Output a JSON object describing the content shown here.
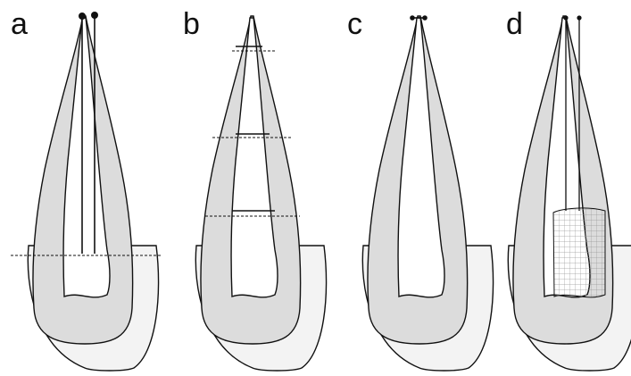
{
  "figure": {
    "panels": [
      {
        "id": "a",
        "label": "a"
      },
      {
        "id": "b",
        "label": "b"
      },
      {
        "id": "c",
        "label": "c"
      },
      {
        "id": "d",
        "label": "d"
      }
    ]
  },
  "colors": {
    "outline": "#111111",
    "dentin": "#dcdcdc",
    "crown": "#f3f3f3",
    "canal": "#ffffff",
    "fill_grid": "#9a9a9a"
  }
}
